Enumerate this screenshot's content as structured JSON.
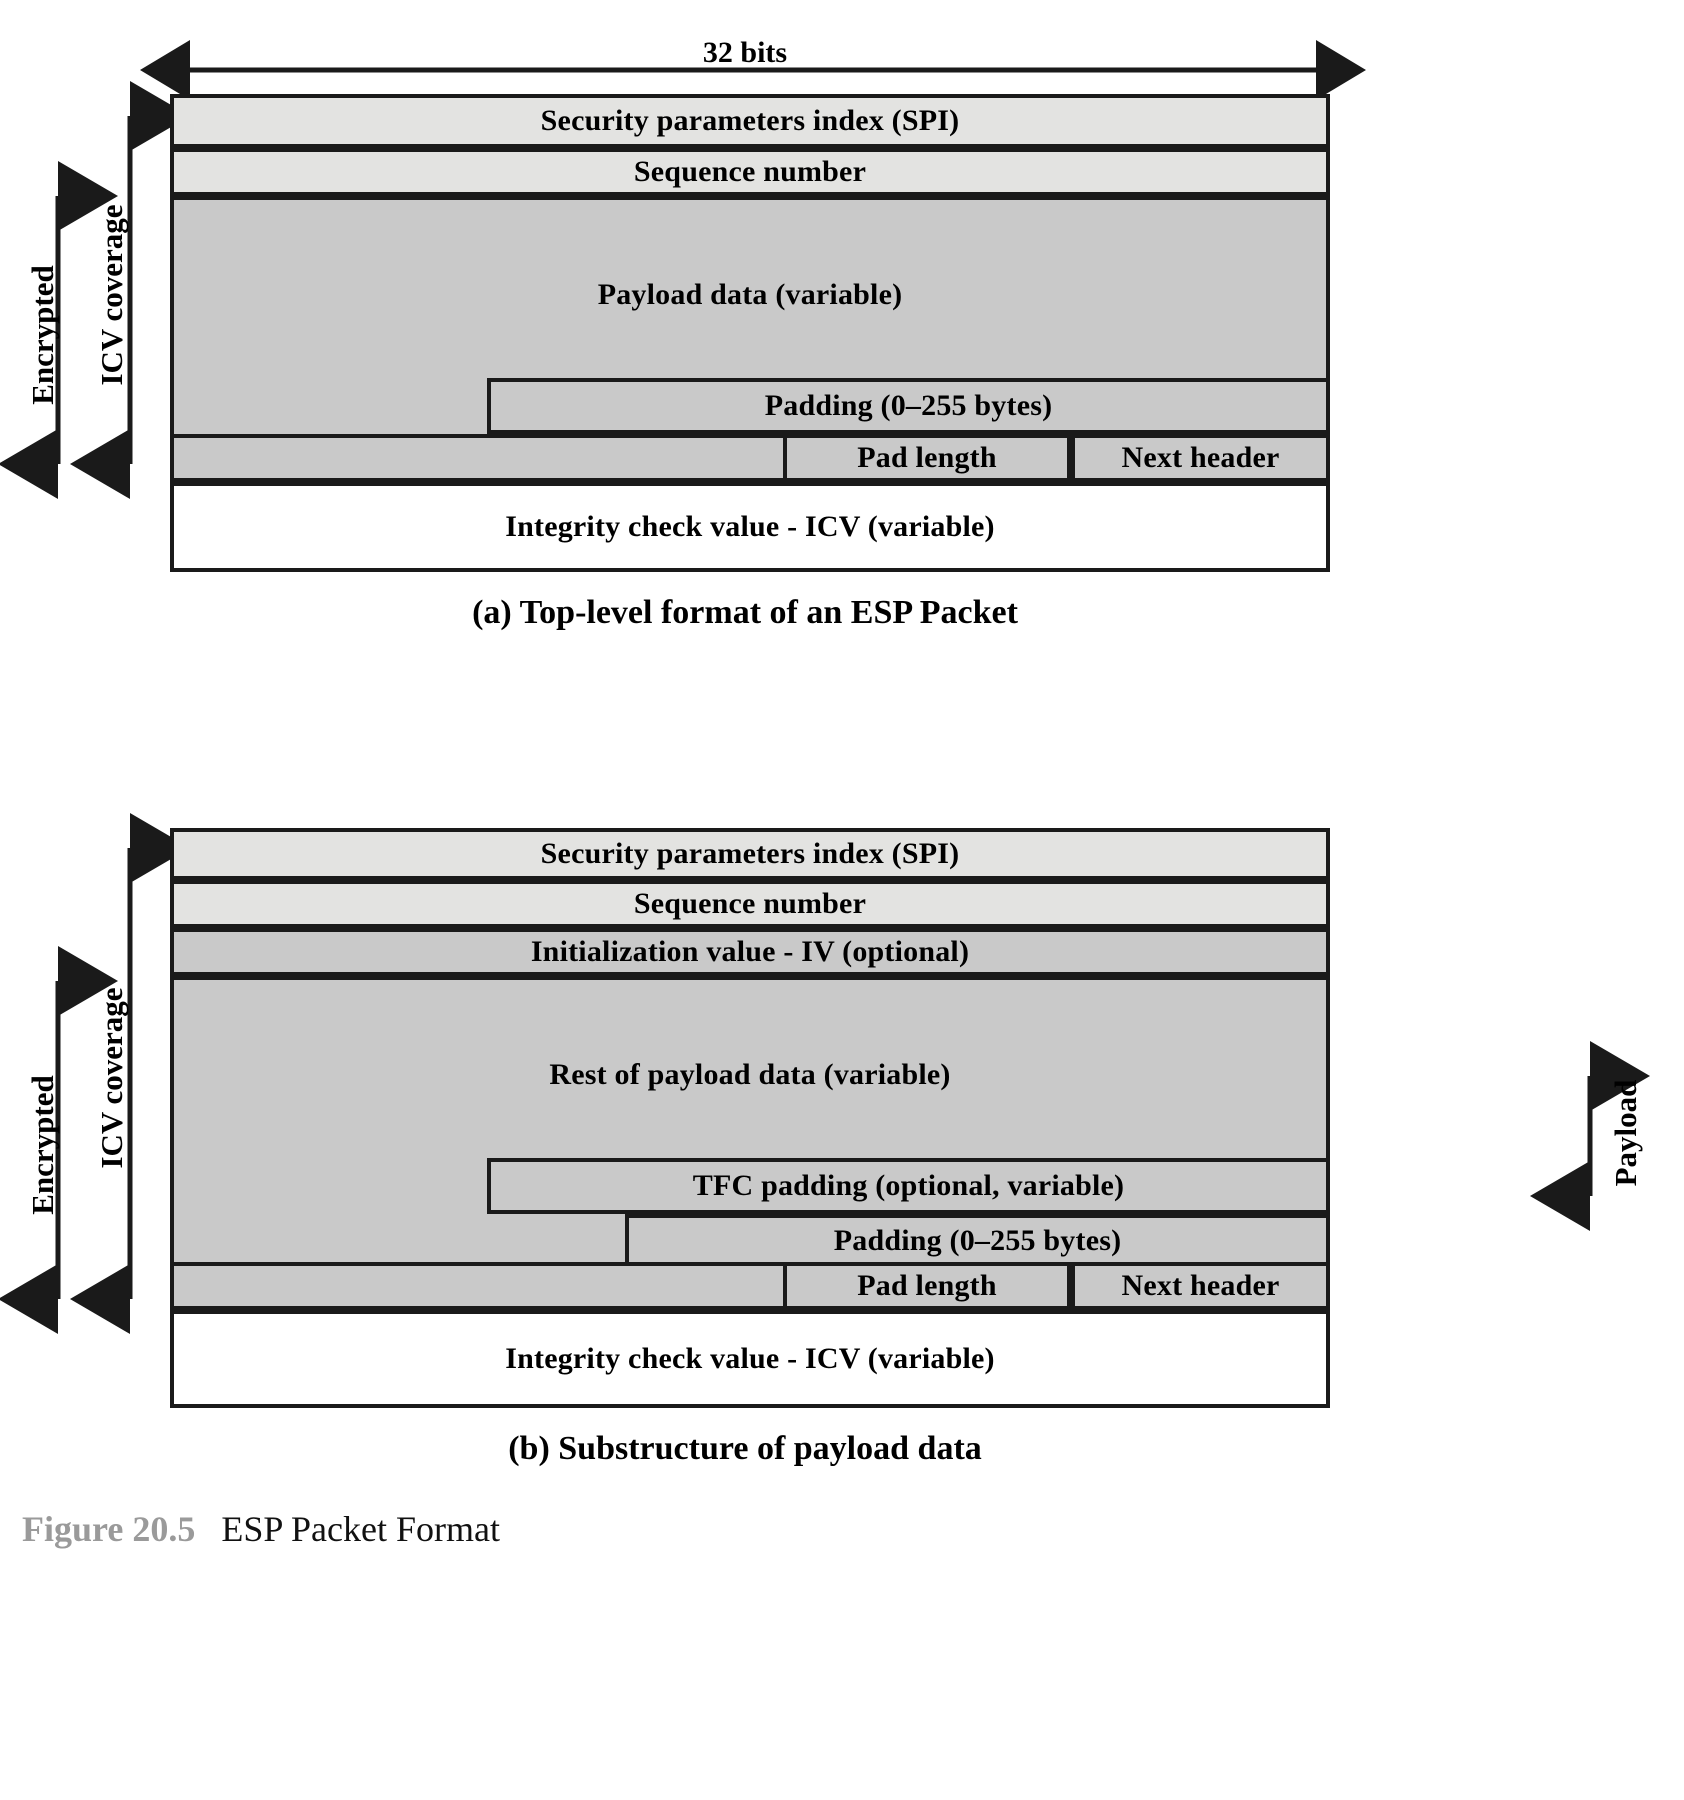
{
  "figure": {
    "number": "Figure 20.5",
    "title": "ESP Packet Format"
  },
  "width_label": "32 bits",
  "panel_a": {
    "caption": "(a)  Top-level format of an ESP Packet",
    "left_labels": {
      "encrypted": "Encrypted",
      "icv_coverage": "ICV coverage"
    },
    "fields": {
      "spi": "Security parameters index (SPI)",
      "sequence_number": "Sequence number",
      "payload_data": "Payload data (variable)",
      "padding": "Padding (0–255 bytes)",
      "pad_length": "Pad length",
      "next_header": "Next header",
      "icv": "Integrity check value - ICV (variable)"
    }
  },
  "panel_b": {
    "caption": "(b)  Substructure of payload data",
    "left_labels": {
      "encrypted": "Encrypted",
      "icv_coverage": "ICV coverage"
    },
    "right_labels": {
      "payload": "Payload"
    },
    "fields": {
      "spi": "Security parameters index (SPI)",
      "sequence_number": "Sequence number",
      "iv": "Initialization value - IV (optional)",
      "rest_of_payload": "Rest of payload data (variable)",
      "tfc_padding": "TFC padding (optional, variable)",
      "padding": "Padding (0–255 bytes)",
      "pad_length": "Pad length",
      "next_header": "Next header",
      "icv": "Integrity check value - ICV (variable)"
    }
  },
  "colors": {
    "header_fill": "#e3e3e1",
    "body_fill": "#c9c9c9",
    "icv_fill": "#ffffff",
    "stroke": "#1a1a1a",
    "figure_number_color": "#9a9a9a"
  }
}
